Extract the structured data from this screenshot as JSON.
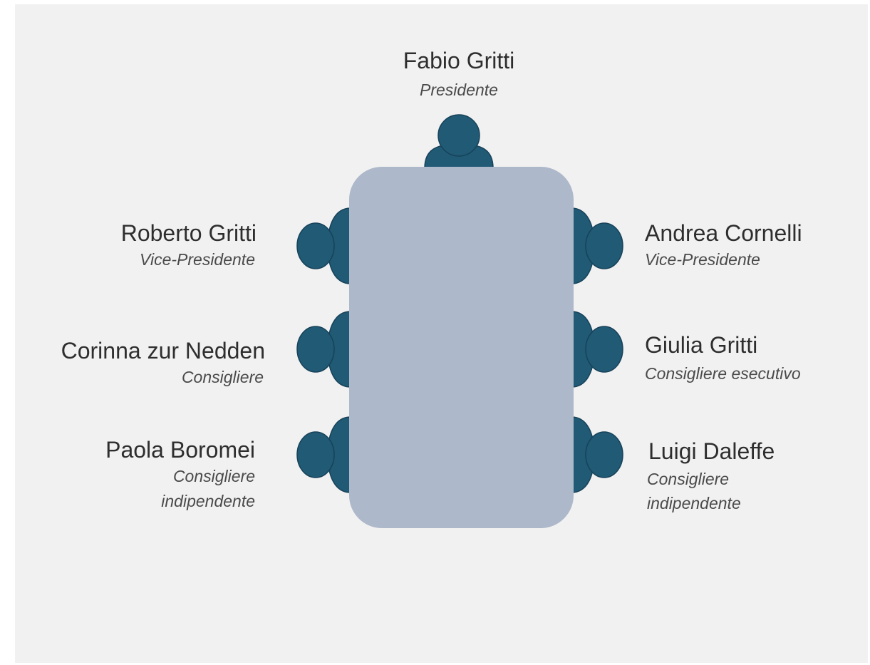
{
  "colors": {
    "background": "#f1f1f1",
    "table": "#adb8ca",
    "person": "#215a75",
    "person_stroke": "#17425a"
  },
  "icons": [
    "person-icon",
    "table-shape"
  ],
  "board": {
    "top": {
      "name": "Fabio Gritti",
      "role": "Presidente"
    },
    "left": [
      {
        "name": "Roberto Gritti",
        "role": "Vice-Presidente"
      },
      {
        "name": "Corinna zur Nedden",
        "role": "Consigliere"
      },
      {
        "name": "Paola Boromei",
        "role_line1": "Consigliere",
        "role_line2": "indipendente"
      }
    ],
    "right": [
      {
        "name": "Andrea Cornelli",
        "role": "Vice-Presidente"
      },
      {
        "name": "Giulia Gritti",
        "role": "Consigliere esecutivo"
      },
      {
        "name": "Luigi Daleffe",
        "role_line1": "Consigliere",
        "role_line2": "indipendente"
      }
    ]
  }
}
